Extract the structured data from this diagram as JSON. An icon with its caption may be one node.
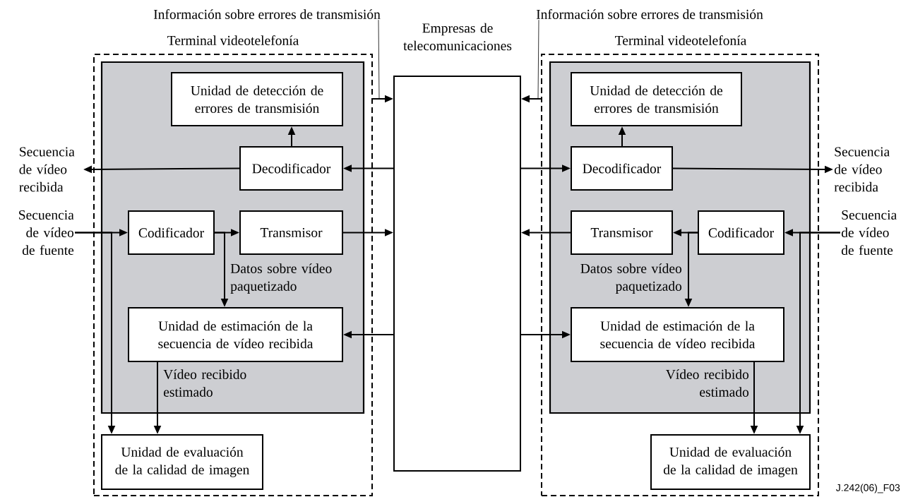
{
  "diagram": {
    "nodes": [
      {
        "text": [
          "Terminal videotelefonía"
        ]
      },
      {
        "text": [],
        "shape": "box",
        "in": 0
      },
      {
        "text": [
          "Unidad de detección de errores de transmisión"
        ],
        "in": 1
      },
      {
        "text": [
          "Decodificador"
        ],
        "in": 1
      },
      {
        "text": [
          "Codificador"
        ],
        "in": 1
      },
      {
        "text": [
          "Transmisor"
        ],
        "in": 1
      },
      {
        "text": [
          "Unidad de estimación de la secuencia de vídeo recibida"
        ],
        "in": 1
      },
      {
        "text": [
          "Unidad de evaluación de la calidad de imagen"
        ],
        "in": 0
      },
      {
        "text": [
          "Secuencia de vídeo recibida"
        ]
      },
      {
        "text": [
          "Secuencia de vídeo de fuente"
        ]
      },
      {
        "text": [
          "Empresas de telecomunicaciones"
        ]
      },
      {
        "text": [
          "Información sobre errores de transmisión"
        ]
      },
      {
        "text": [
          "Terminal videotelefonía"
        ]
      },
      {
        "text": [],
        "shape": "box",
        "in": 12
      },
      {
        "text": [
          "Unidad de detección de errores de transmisión"
        ],
        "in": 13
      },
      {
        "text": [
          "Decodificador"
        ],
        "in": 13
      },
      {
        "text": [
          "Transmisor"
        ],
        "in": 13
      },
      {
        "text": [
          "Codificador"
        ],
        "in": 13
      },
      {
        "text": [
          "Unidad de estimación de la secuencia de vídeo recibida"
        ],
        "in": 13
      },
      {
        "text": [
          "Unidad de evaluación de la calidad de imagen"
        ],
        "in": 12
      },
      {
        "text": [
          "Secuencia de vídeo recibida"
        ]
      },
      {
        "text": [
          "Secuencia de vídeo de fuente"
        ]
      },
      {
        "text": [
          "Información sobre errores de transmisión"
        ]
      }
    ],
    "edges": [
      {
        "from": 3,
        "to": 2,
        "arrow": "to"
      },
      {
        "from": 3,
        "to": 8,
        "arrow": "to"
      },
      {
        "from": 10,
        "to": 3,
        "arrow": "to"
      },
      {
        "from": 9,
        "to": 4,
        "arrow": "to"
      },
      {
        "from": 4,
        "to": 5,
        "arrow": "to"
      },
      {
        "from": 5,
        "to": 10,
        "arrow": "to"
      },
      {
        "from": 4,
        "to": 6,
        "arrow": "to",
        "label": "Datos sobre vídeo paquetizado"
      },
      {
        "from": 10,
        "to": 6,
        "arrow": "to"
      },
      {
        "from": 6,
        "to": 7,
        "arrow": "to",
        "label": "Vídeo recibido estimado"
      },
      {
        "from": 9,
        "to": 7,
        "arrow": "to"
      },
      {
        "from": 0,
        "to": 10,
        "arrow": "to"
      },
      {
        "from": 11,
        "to": 0,
        "arrow": "none"
      },
      {
        "from": 15,
        "to": 14,
        "arrow": "to"
      },
      {
        "from": 15,
        "to": 20,
        "arrow": "to"
      },
      {
        "from": 10,
        "to": 15,
        "arrow": "to"
      },
      {
        "from": 21,
        "to": 17,
        "arrow": "to"
      },
      {
        "from": 17,
        "to": 16,
        "arrow": "to"
      },
      {
        "from": 16,
        "to": 10,
        "arrow": "to"
      },
      {
        "from": 17,
        "to": 18,
        "arrow": "to",
        "label": "Datos sobre vídeo paquetizado"
      },
      {
        "from": 10,
        "to": 18,
        "arrow": "to"
      },
      {
        "from": 18,
        "to": 19,
        "arrow": "to",
        "label": "Vídeo recibido estimado"
      },
      {
        "from": 21,
        "to": 19,
        "arrow": "to"
      },
      {
        "from": 12,
        "to": 10,
        "arrow": "to"
      },
      {
        "from": 22,
        "to": 12,
        "arrow": "none"
      }
    ],
    "labels": [
      "J.242(06)_F03"
    ]
  }
}
